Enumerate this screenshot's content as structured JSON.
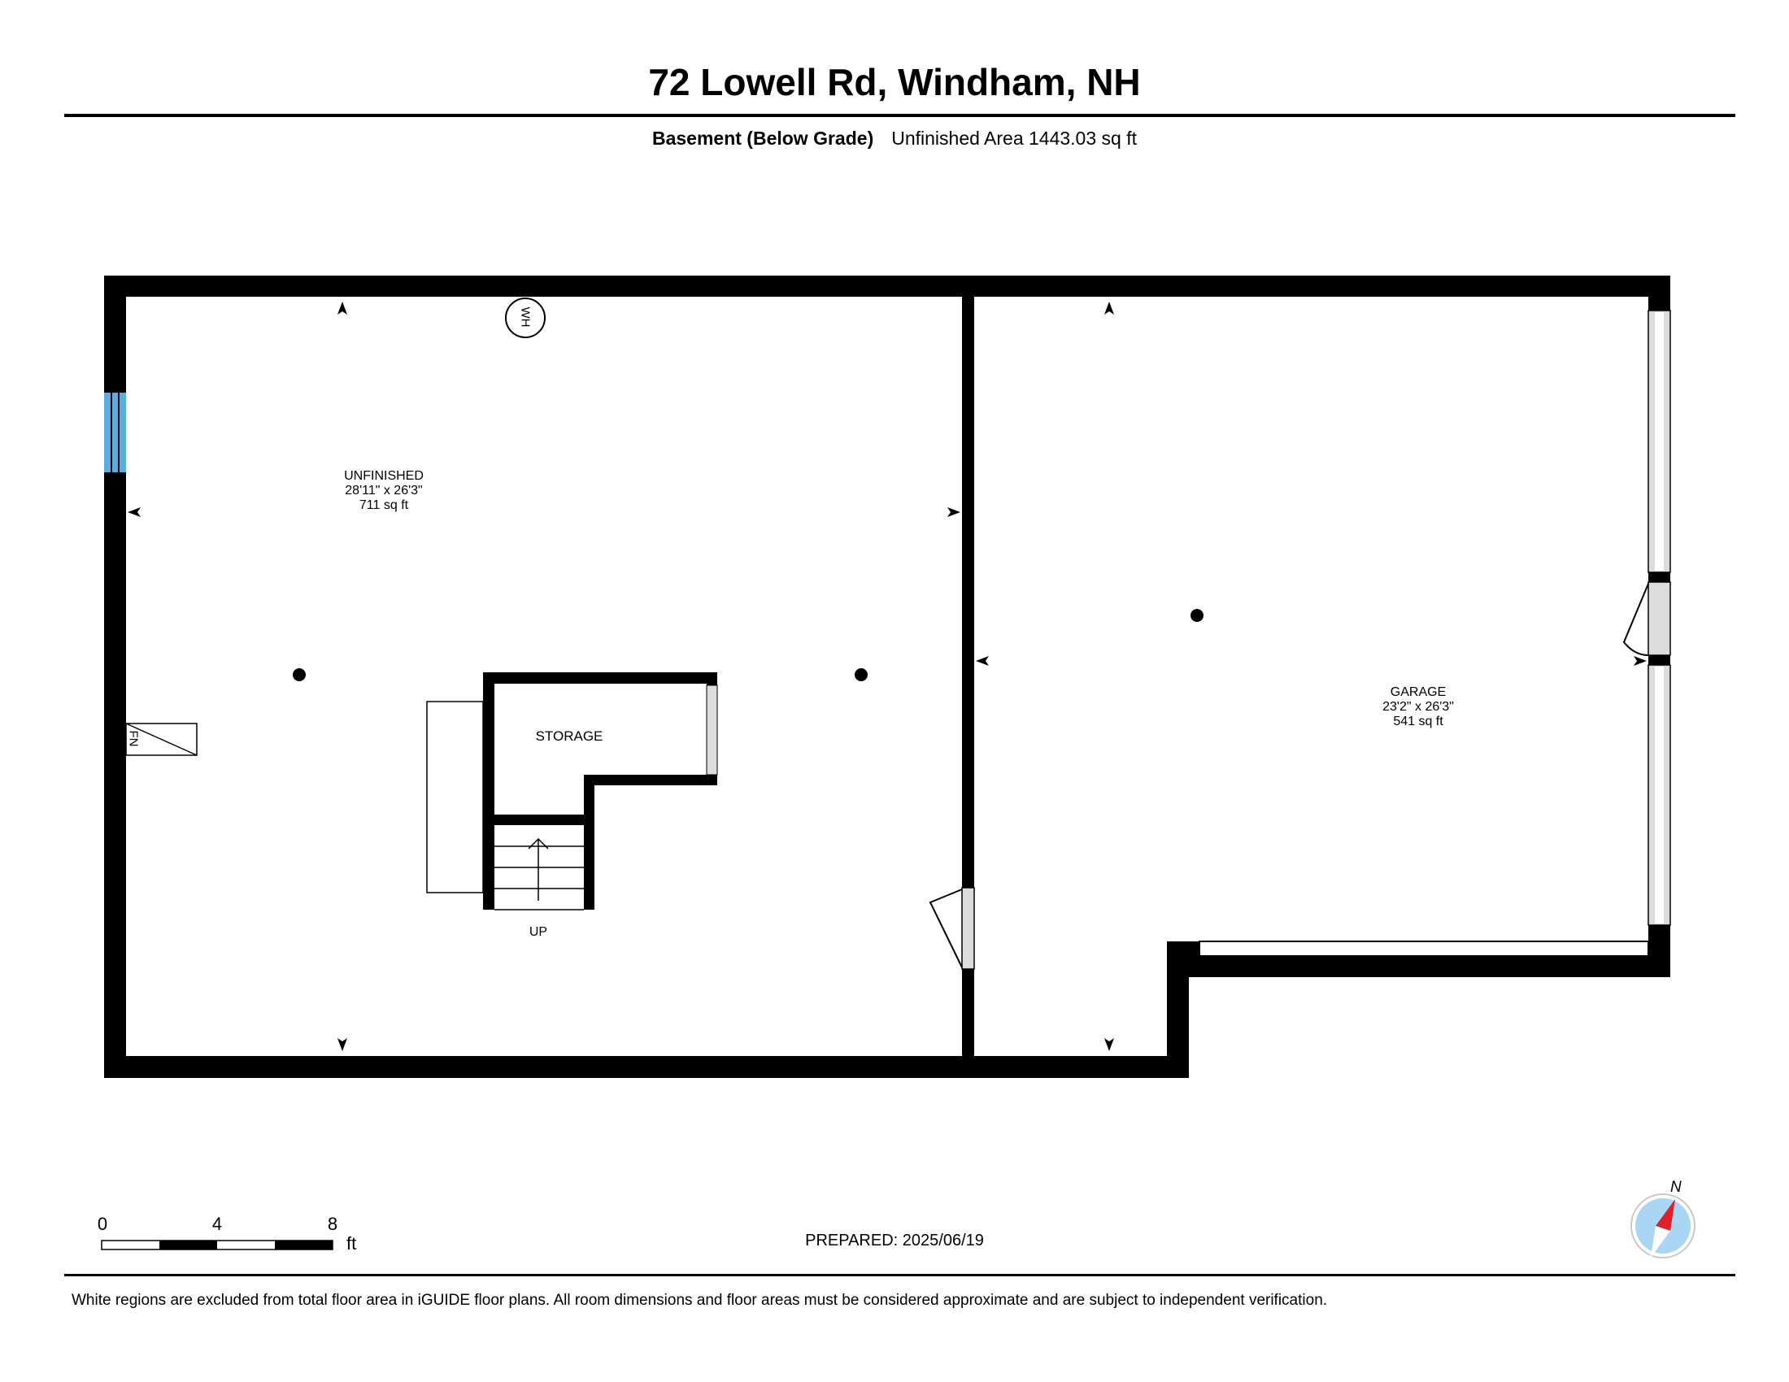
{
  "header": {
    "title": "72 Lowell Rd, Windham, NH",
    "floor_name": "Basement (Below Grade)",
    "area_summary": "Unfinished Area 1443.03 sq ft"
  },
  "rooms": [
    {
      "name": "UNFINISHED",
      "dimensions": "28'11\" x 26'3\"",
      "area": "711 sq ft"
    },
    {
      "name": "GARAGE",
      "dimensions": "23'2\" x 26'3\"",
      "area": "541 sq ft"
    },
    {
      "name": "STORAGE"
    }
  ],
  "fixtures": {
    "water_heater": "WH",
    "furnace": "FN",
    "stairs": "UP"
  },
  "scale_bar": {
    "ticks": [
      "0",
      "4",
      "8"
    ],
    "unit": "ft"
  },
  "compass": {
    "north_label": "N"
  },
  "prepared": "PREPARED: 2025/06/19",
  "footer": "White regions are excluded from total floor area in iGUIDE floor plans. All room dimensions and floor areas must be considered approximate and are subject to independent verification.",
  "colors": {
    "wall": "#000000",
    "window_blue": "#5aaee0",
    "opening_gray": "#dcdcdc",
    "compass_red": "#e0202a",
    "compass_blue": "#a9d6f2"
  }
}
